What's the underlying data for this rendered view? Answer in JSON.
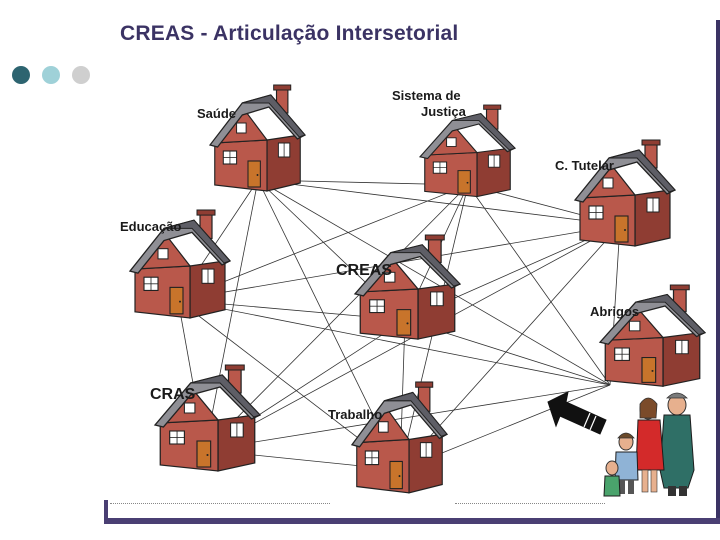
{
  "slide": {
    "title": "CREAS - Articulação Intersetorial",
    "bullet_dots": [
      "#2d6470",
      "#9fd1d8",
      "#cfcfcf"
    ],
    "frame_color": "#3b3364"
  },
  "diagram": {
    "nodes": [
      {
        "id": "saude",
        "label": "Saúde"
      },
      {
        "id": "justica",
        "label": "Sistema de\nJustiça"
      },
      {
        "id": "tutelar",
        "label": "C. Tutelar"
      },
      {
        "id": "educacao",
        "label": "Educação"
      },
      {
        "id": "creas",
        "label": "CREAS"
      },
      {
        "id": "abrigos",
        "label": "Abrigos"
      },
      {
        "id": "cras",
        "label": "CRAS"
      },
      {
        "id": "trabalho",
        "label": "Trabalho"
      }
    ],
    "connections": "all-to-all",
    "family_figure": "family-illustration",
    "arrow": "arrow-pointing-to-network"
  },
  "colors": {
    "roof": "#8f8f95",
    "roof_dark": "#5e5e66",
    "wall": "#b9584b",
    "wall_side": "#8f3d33",
    "door": "#c8742b",
    "window": "#ffffff",
    "line": "#333333"
  }
}
